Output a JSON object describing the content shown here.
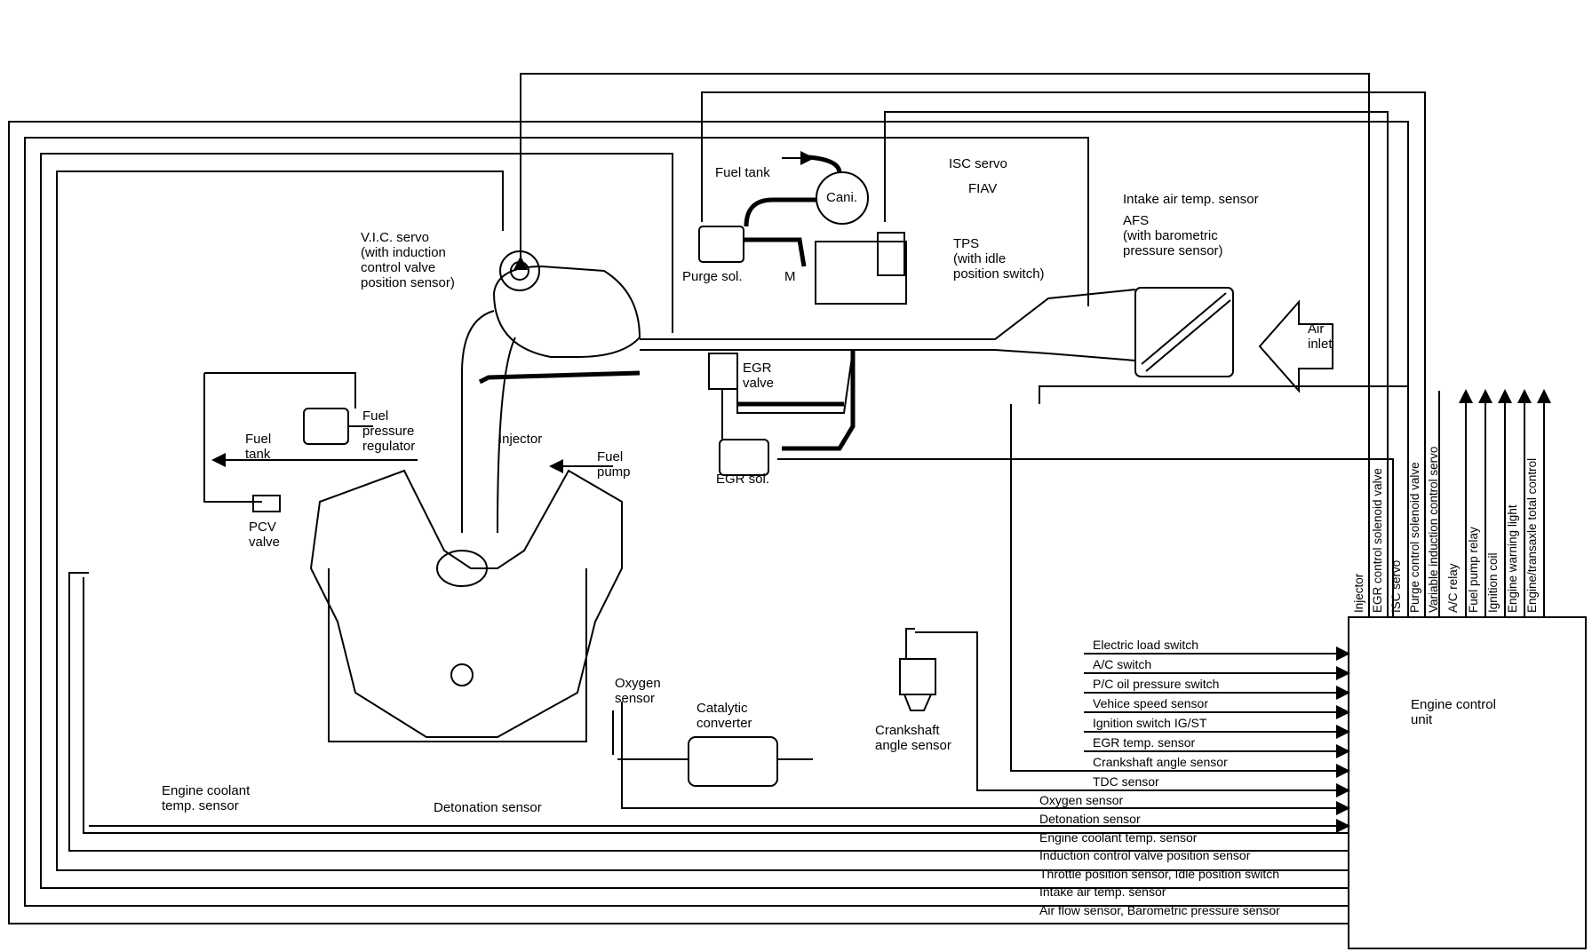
{
  "components": {
    "fuel_tank_top": "Fuel tank",
    "canister": "Cani.",
    "isc_servo": "ISC servo",
    "fiav": "FIAV",
    "tps": "TPS\n(with idle\nposition switch)",
    "purge_sol": "Purge sol.",
    "m_mark": "M",
    "intake_air_temp": "Intake air temp. sensor",
    "afs": "AFS\n(with barometric\npressure sensor)",
    "air_inlet": "Air\ninlet",
    "vic_servo": "V.I.C. servo\n(with induction\ncontrol valve\nposition sensor)",
    "egr_valve": "EGR\nvalve",
    "egr_sol": "EGR sol.",
    "fuel_pressure_regulator": "Fuel\npressure\nregulator",
    "fuel_tank_left": "Fuel\ntank",
    "injector": "Injector",
    "fuel_pump": "Fuel\npump",
    "pcv_valve": "PCV\nvalve",
    "oxygen_sensor": "Oxygen\nsensor",
    "catalytic_converter": "Catalytic\nconverter",
    "crankshaft_angle_sensor": "Crankshaft\nangle sensor",
    "engine_coolant_temp_sensor": "Engine coolant\ntemp. sensor",
    "detonation_sensor": "Detonation sensor"
  },
  "ecu": {
    "label": "Engine control\nunit",
    "outputs": [
      "Injector",
      "EGR control solenoid valve",
      "ISC servo",
      "Purge control solenoid valve",
      "Variable induction control servo",
      "A/C relay",
      "Fuel pump relay",
      "Ignition coil",
      "Engine warning light",
      "Engine/transaxle total control"
    ],
    "inputs": [
      "Electric load switch",
      "A/C switch",
      "P/C oil pressure switch",
      "Vehice speed sensor",
      "Ignition switch IG/ST",
      "EGR temp. sensor",
      "Crankshaft angle sensor",
      "TDC sensor",
      "Oxygen sensor",
      "Detonation sensor",
      "Engine coolant temp. sensor",
      "Induction control valve position sensor",
      "Throttle position sensor, Idle position switch",
      "Intake air temp. sensor",
      "Air flow sensor, Barometric pressure sensor"
    ]
  }
}
